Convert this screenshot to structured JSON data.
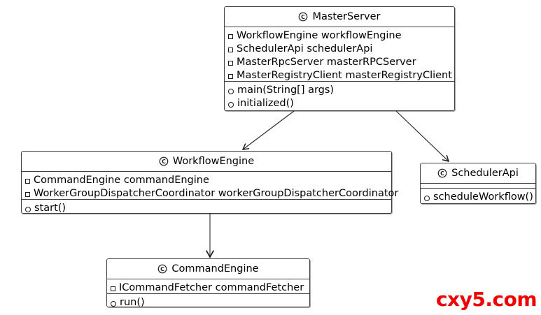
{
  "diagram": {
    "type": "uml-class-diagram",
    "background_color": "#ffffff",
    "line_color": "#3f3f3f",
    "text_color": "#000000",
    "class_icon_label": "C",
    "classes": [
      {
        "id": "master-server",
        "name": "MasterServer",
        "attributes": [
          "WorkflowEngine workflowEngine",
          "SchedulerApi schedulerApi",
          "MasterRpcServer masterRPCServer",
          "MasterRegistryClient masterRegistryClient"
        ],
        "methods": [
          "main(String[] args)",
          "initialized()"
        ]
      },
      {
        "id": "workflow-engine",
        "name": "WorkflowEngine",
        "attributes": [
          "CommandEngine commandEngine",
          "WorkerGroupDispatcherCoordinator workerGroupDispatcherCoordinator"
        ],
        "methods": [
          "start()"
        ]
      },
      {
        "id": "scheduler-api",
        "name": "SchedulerApi",
        "attributes": [],
        "methods": [
          "scheduleWorkflow()"
        ]
      },
      {
        "id": "command-engine",
        "name": "CommandEngine",
        "attributes": [
          "ICommandFetcher commandFetcher"
        ],
        "methods": [
          "run()"
        ]
      }
    ],
    "connections": [
      {
        "from": "master-server",
        "to": "workflow-engine",
        "arrow": "open"
      },
      {
        "from": "master-server",
        "to": "scheduler-api",
        "arrow": "open"
      },
      {
        "from": "workflow-engine",
        "to": "command-engine",
        "arrow": "open"
      }
    ]
  },
  "watermark": {
    "text": "cxy5.com",
    "color": "#f00000"
  }
}
